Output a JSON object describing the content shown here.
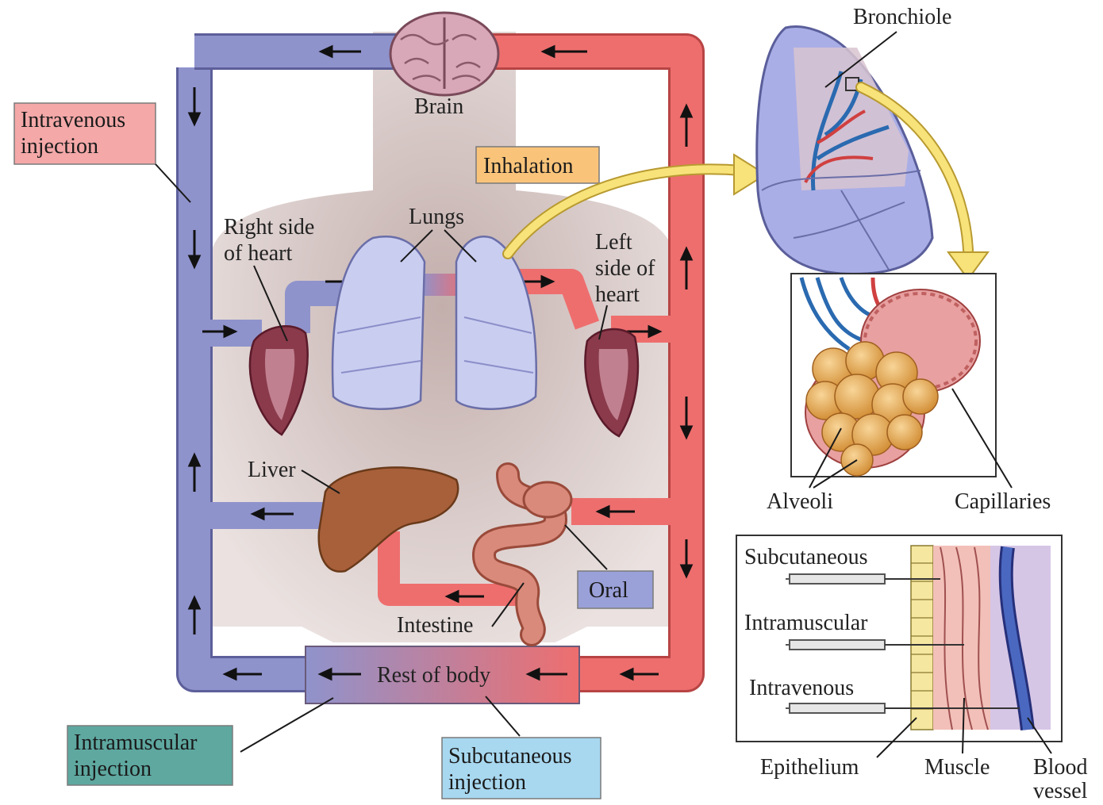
{
  "colors": {
    "venous": "#8f93cc",
    "arterial": "#ee6e6e",
    "body_shade": "#c9b5b2",
    "lung_fill": "#c9cdf0",
    "liver": "#a8603a",
    "intestine": "#d98a7a",
    "heart": "#8a3a4a",
    "alveoli": "#e8a84a",
    "box_pink": "#f4a8a8",
    "box_orange": "#f9c47a",
    "box_teal": "#5ea8a0",
    "box_lightblue": "#a8d8f0",
    "box_purple": "#9aa0d8",
    "yellow_arrow": "#f7e37a"
  },
  "labels": {
    "brain": "Brain",
    "lungs": "Lungs",
    "right_heart_1": "Right side",
    "right_heart_2": "of heart",
    "left_heart_1": "Left",
    "left_heart_2": "side of",
    "left_heart_3": "heart",
    "liver": "Liver",
    "intestine": "Intestine",
    "rest_of_body": "Rest of body",
    "bronchiole": "Bronchiole",
    "alveoli": "Alveoli",
    "capillaries": "Capillaries",
    "subcutaneous": "Subcutaneous",
    "intramuscular": "Intramuscular",
    "intravenous": "Intravenous",
    "epithelium": "Epithelium",
    "muscle": "Muscle",
    "blood_1": "Blood",
    "blood_2": "vessel"
  },
  "route_boxes": {
    "intravenous_1": "Intravenous",
    "intravenous_2": "injection",
    "inhalation": "Inhalation",
    "oral": "Oral",
    "intramuscular_1": "Intramuscular",
    "intramuscular_2": "injection",
    "subcutaneous_1": "Subcutaneous",
    "subcutaneous_2": "injection"
  }
}
